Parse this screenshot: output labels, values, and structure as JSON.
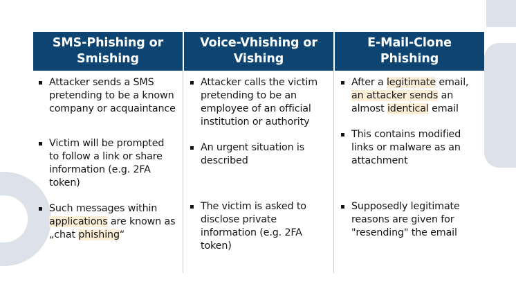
{
  "slide": {
    "colors": {
      "header_bg": "#0e4472",
      "header_text": "#ffffff",
      "body_text": "#151515",
      "highlight": "#fdeed8",
      "decoration": "#dde1e9",
      "divider": "#c9ccd4"
    }
  },
  "table": {
    "columns": [
      {
        "header": "SMS-Phishing or Smishing",
        "bullets": [
          {
            "segments": [
              {
                "text": "Attacker sends a SMS pretending to be a known company or acquaintance",
                "highlight": false
              }
            ]
          },
          {
            "segments": [
              {
                "text": "Victim will be prompted to follow a link or share information (e.g. 2FA token)",
                "highlight": false
              }
            ]
          },
          {
            "segments": [
              {
                "text": "Such messages within ",
                "highlight": false
              },
              {
                "text": "applications",
                "highlight": true
              },
              {
                "text": " are known as „chat ",
                "highlight": false
              },
              {
                "text": "phishing",
                "highlight": true
              },
              {
                "text": "“",
                "highlight": false
              }
            ]
          }
        ]
      },
      {
        "header": "Voice-Vhishing or Vishing",
        "bullets": [
          {
            "segments": [
              {
                "text": "Attacker calls the victim pretending to be an employee of an official institution or authority",
                "highlight": false
              }
            ]
          },
          {
            "segments": [
              {
                "text": "An urgent situation is described",
                "highlight": false
              }
            ]
          },
          {
            "segments": [
              {
                "text": "The victim is asked to disclose private information (e.g. 2FA token)",
                "highlight": false
              }
            ]
          }
        ]
      },
      {
        "header": "E-Mail-Clone Phishing",
        "bullets": [
          {
            "segments": [
              {
                "text": "After a ",
                "highlight": false
              },
              {
                "text": "legitimate",
                "highlight": true
              },
              {
                "text": " email, ",
                "highlight": false
              },
              {
                "text": "an attacker sends",
                "highlight": true
              },
              {
                "text": " an almost ",
                "highlight": false
              },
              {
                "text": "identical",
                "highlight": true
              },
              {
                "text": " email",
                "highlight": false
              }
            ]
          },
          {
            "segments": [
              {
                "text": "This contains modified links or malware as an attachment",
                "highlight": false
              }
            ]
          },
          {
            "segments": [
              {
                "text": "Supposedly legitimate reasons are given for \"resending\" the email",
                "highlight": false
              }
            ]
          }
        ]
      }
    ]
  }
}
